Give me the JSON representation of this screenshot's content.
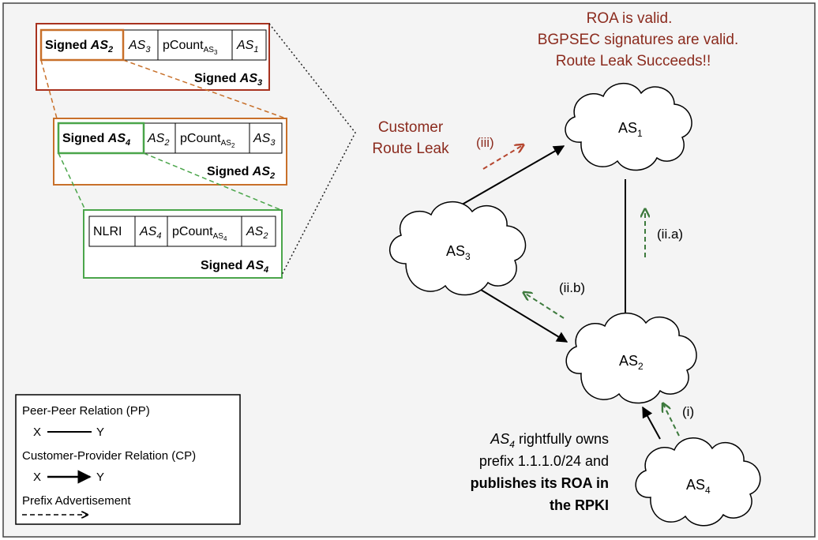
{
  "colors": {
    "background": "#f4f4f4",
    "frame": "#444444",
    "accent_red": "#8b2b1e",
    "box_as3": "#a8321f",
    "box_as2": "#c8702a",
    "box_as4": "#4aa54a",
    "advert_red": "#b5462f",
    "advert_green": "#3d7a3d",
    "line": "#000000"
  },
  "annotations": {
    "roa_line1": "ROA is valid.",
    "roa_line2": "BGPSEC signatures are valid.",
    "roa_line3": "Route Leak Succeeds!!",
    "leak_line1": "Customer",
    "leak_line2": "Route Leak"
  },
  "nodes": {
    "as1": {
      "base": "AS",
      "sub": "1"
    },
    "as2": {
      "base": "AS",
      "sub": "2"
    },
    "as3": {
      "base": "AS",
      "sub": "3"
    },
    "as4": {
      "base": "AS",
      "sub": "4"
    }
  },
  "steps": {
    "i": "(i)",
    "iia": "(ii.a)",
    "iib": "(ii.b)",
    "iii": "(iii)"
  },
  "as4_note": {
    "line1_italic_base": "AS",
    "line1_italic_sub": "4",
    "line1_rest": " rightfully owns",
    "line2": "prefix 1.1.1.0/24 and",
    "line3": "publishes its ROA in",
    "line4": "the RPKI"
  },
  "messages": {
    "as3": {
      "signed_label": "Signed ",
      "signed_as_base": "AS",
      "signed_as_sub": "2",
      "cells": [
        {
          "base": "AS",
          "sub": "3",
          "italic": true
        },
        {
          "base": "pCount",
          "sub": "AS",
          "subsub": "3",
          "italic": false
        },
        {
          "base": "AS",
          "sub": "1",
          "italic": true
        }
      ],
      "footer_label": "Signed ",
      "footer_as_base": "AS",
      "footer_as_sub": "3"
    },
    "as2": {
      "signed_label": "Signed ",
      "signed_as_base": "AS",
      "signed_as_sub": "4",
      "cells": [
        {
          "base": "AS",
          "sub": "2",
          "italic": true
        },
        {
          "base": "pCount",
          "sub": "AS",
          "subsub": "2",
          "italic": false
        },
        {
          "base": "AS",
          "sub": "3",
          "italic": true
        }
      ],
      "footer_label": "Signed ",
      "footer_as_base": "AS",
      "footer_as_sub": "2"
    },
    "as4": {
      "nlri": "NLRI",
      "cells": [
        {
          "base": "AS",
          "sub": "4",
          "italic": true
        },
        {
          "base": "pCount",
          "sub": "AS",
          "subsub": "4",
          "italic": false
        },
        {
          "base": "AS",
          "sub": "2",
          "italic": true
        }
      ],
      "footer_label": "Signed ",
      "footer_as_base": "AS",
      "footer_as_sub": "4"
    }
  },
  "legend": {
    "pp_title": "Peer-Peer Relation (PP)",
    "cp_title": "Customer-Provider Relation (CP)",
    "prefix_title": "Prefix Advertisement",
    "x": "X",
    "y": "Y"
  }
}
